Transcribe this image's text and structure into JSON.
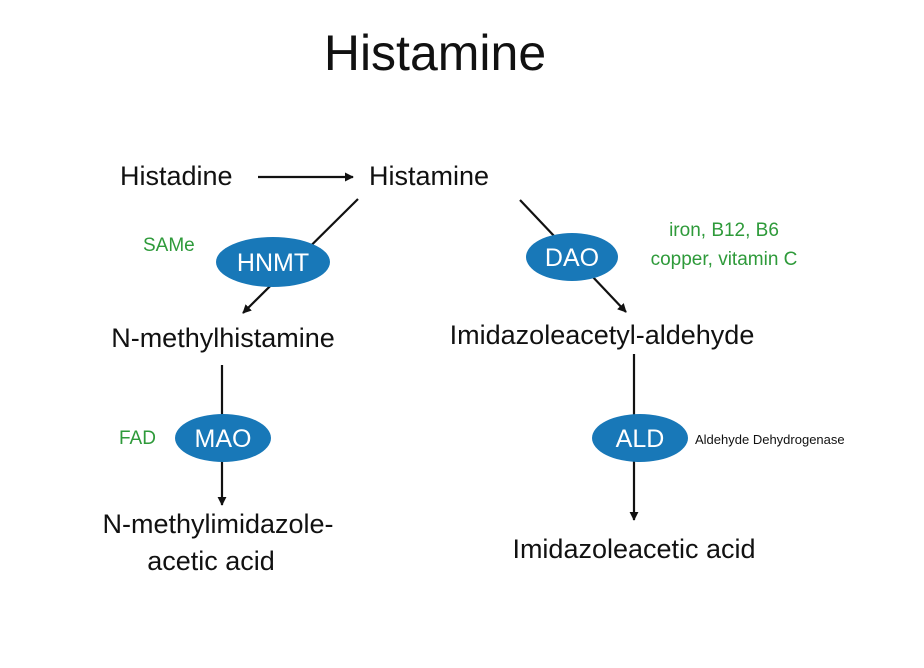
{
  "title": "Histamine",
  "colors": {
    "enzyme_fill": "#1878b8",
    "enzyme_text": "#ffffff",
    "cofactor_text": "#2e9a3a",
    "text": "#111111"
  },
  "nodes": {
    "histadine": "Histadine",
    "histamine": "Histamine",
    "n_methylhistamine": "N-methylhistamine",
    "imidazoleacetyl_aldehyde": "Imidazoleacetyl-aldehyde",
    "n_methylimidazole_line1": "N-methylimidazole-",
    "n_methylimidazole_line2": "acetic acid",
    "imidazoleacetic_acid": "Imidazoleacetic acid"
  },
  "enzymes": {
    "hnmt": "HNMT",
    "dao": "DAO",
    "mao": "MAO",
    "ald": "ALD"
  },
  "cofactors": {
    "same": "SAMe",
    "dao_line1": "iron, B12, B6",
    "dao_line2": "copper, vitamin C",
    "fad": "FAD"
  },
  "notes": {
    "ald_full_name": "Aldehyde Dehydrogenase"
  }
}
